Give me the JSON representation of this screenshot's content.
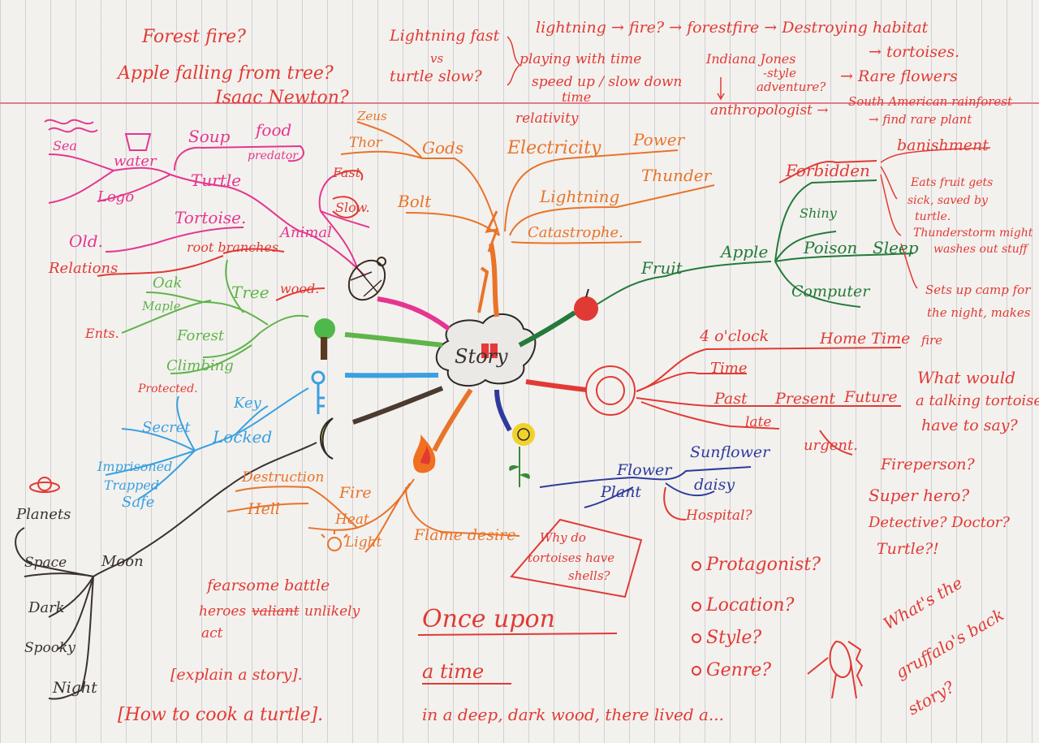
{
  "center": {
    "label": "Story"
  },
  "top_notes": {
    "forest_fire_q": "Forest fire?",
    "apple_falling": "Apple falling from tree?",
    "isaac_newton": "Isaac Newton?",
    "lightning_fast": "Lightning fast",
    "vs": "vs",
    "turtle_slow": "turtle slow?",
    "lightning_fire": "lightning → fire? → forestfire → Destroying habitat",
    "playing_time": "playing with time",
    "speed_up": "speed up / slow down",
    "time": "time",
    "relativity": "relativity",
    "indiana_jones": "Indiana Jones",
    "style_adventure": "-style",
    "adventure": "adventure?",
    "tortoises": "→ tortoises.",
    "rare_flowers": "→ Rare flowers",
    "anthropologist": "anthropologist →",
    "south_american": "South American rainforest",
    "find_rare_plant": "→ find rare plant"
  },
  "gods_branch": {
    "zeus": "Zeus",
    "thor": "Thor",
    "gods": "Gods",
    "electricity": "Electricity",
    "power": "Power",
    "bolt": "Bolt",
    "lightning": "Lightning",
    "thunder": "Thunder",
    "catastrophe": "Catastrophe."
  },
  "animal_branch": {
    "sea": "Sea",
    "water": "water",
    "soup": "Soup",
    "food": "food",
    "predator": "predator",
    "turtle": "Turtle",
    "logo": "Logo",
    "tortoise": "Tortoise.",
    "old": "Old.",
    "animal": "Animal",
    "fast": "Fast",
    "slow": "Slow."
  },
  "tree_branch": {
    "relations": "Relations",
    "root_branches": "root branches",
    "oak": "Oak",
    "maple": "Maple",
    "tree": "Tree",
    "wood": "wood.",
    "ents": "Ents.",
    "forest": "Forest",
    "climbing": "Climbing"
  },
  "key_branch": {
    "protected": "Protected.",
    "key": "Key",
    "secret": "Secret",
    "locked": "Locked",
    "imprisoned": "Imprisoned",
    "trapped": "Trapped",
    "safe": "Safe"
  },
  "moon_branch": {
    "planets": "Planets",
    "space": "Space",
    "moon": "Moon",
    "dark": "Dark",
    "spooky": "Spooky",
    "night": "Night"
  },
  "fire_branch": {
    "destruction": "Destruction",
    "hell": "Hell",
    "fire": "Fire",
    "heat": "Heat",
    "light": "Light",
    "flame_desire": "Flame desire"
  },
  "apple_branch": {
    "forbidden": "Forbidden",
    "banishment": "banishment",
    "shiny": "Shiny",
    "fruit": "Fruit",
    "apple": "Apple",
    "poison": "Poison",
    "sleep": "Sleep",
    "computer": "Computer",
    "eats_fruit": "Eats fruit gets",
    "sick_saved": "sick, saved by",
    "turtle": "turtle.",
    "thunderstorm": "Thunderstorm might",
    "washes_out": "washes out stuff",
    "sets_up_camp": "Sets up camp for",
    "the_night": "the night, makes",
    "fire": "fire"
  },
  "clock_branch": {
    "four_oclock": "4 o'clock",
    "home_time": "Home Time",
    "time": "Time",
    "past": "Past",
    "present": "Present",
    "future": "Future",
    "late": "late",
    "urgent": "urgent."
  },
  "flower_branch": {
    "flower": "Flower",
    "sunflower": "Sunflower",
    "plant": "Plant",
    "daisy": "daisy",
    "hospital": "Hospital?"
  },
  "bottom_notes": {
    "fearsome_battle": "fearsome battle",
    "heroes_unlikely": "heroes",
    "valiant": "valiant",
    "unlikely": "unlikely",
    "act": "act",
    "why_do": "Why do",
    "tortoises_have": "tortoises have",
    "shells": "shells?",
    "once_upon": "Once upon",
    "a_time": "a time",
    "deep_dark_wood": "in a deep, dark wood, there lived a...",
    "explain_story": "[explain a story].",
    "how_to_cook": "[How to cook a turtle].",
    "protagonist": "Protagonist?",
    "location": "Location?",
    "style": "Style?",
    "genre": "Genre?",
    "whats_the": "What's the",
    "gruffalos_back": "gruffalo's back",
    "story": "story?",
    "what_would": "What would",
    "a_talking_tortoise": "a talking tortoise",
    "have_to_say": "have to say?",
    "fireperson": "Fireperson?",
    "super_hero": "Super hero?",
    "detective_doctor": "Detective? Doctor?",
    "turtle_q": "Turtle?!"
  }
}
